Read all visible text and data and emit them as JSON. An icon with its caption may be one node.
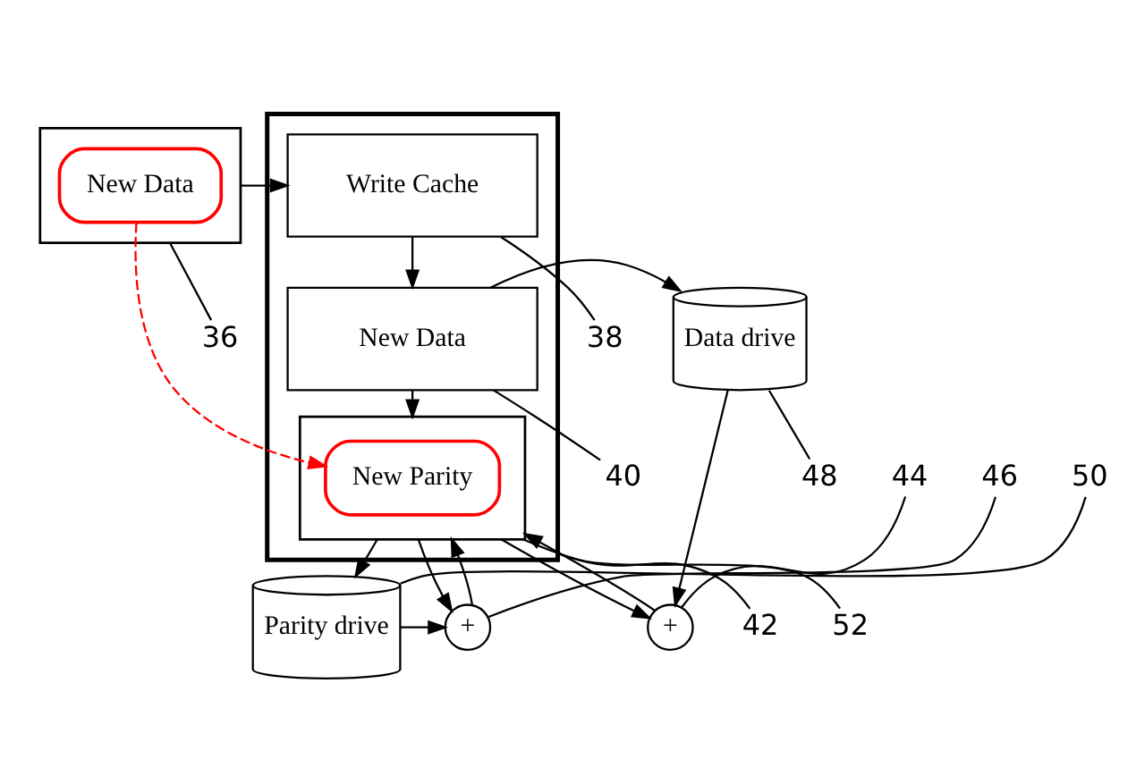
{
  "diagram": {
    "nodes": [
      {
        "text": [],
        "shape": "box"
      },
      {
        "text": [
          "New Data"
        ],
        "in": 0
      },
      {
        "text": [],
        "shape": "box"
      },
      {
        "text": [
          "Write Cache"
        ],
        "in": 2
      },
      {
        "text": [
          "New Data"
        ],
        "in": 2
      },
      {
        "text": [],
        "shape": "box",
        "in": 2
      },
      {
        "text": [
          "New Parity"
        ],
        "in": 5
      },
      {
        "text": [
          "+"
        ]
      },
      {
        "text": [
          "+"
        ]
      },
      {
        "text": [
          "Data drive"
        ]
      },
      {
        "text": [
          "Parity drive"
        ]
      },
      {
        "text": [
          "36"
        ]
      },
      {
        "text": [
          "38"
        ]
      },
      {
        "text": [
          "40"
        ]
      },
      {
        "text": [
          "44"
        ]
      },
      {
        "text": [
          "48"
        ]
      },
      {
        "text": [
          "42"
        ]
      },
      {
        "text": [
          "50"
        ]
      },
      {
        "text": [
          "46"
        ]
      },
      {
        "text": [
          "52"
        ]
      }
    ],
    "edges": [
      {
        "from": 0,
        "to": 3,
        "arrow": "to"
      },
      {
        "from": 1,
        "to": 6,
        "arrow": "to",
        "style": "dashed",
        "color": "#ff0000"
      },
      {
        "from": 3,
        "to": 4,
        "arrow": "to"
      },
      {
        "from": 4,
        "to": 5,
        "arrow": "to"
      },
      {
        "from": 4,
        "to": 9,
        "arrow": "to"
      },
      {
        "from": 5,
        "to": 7,
        "arrow": "to"
      },
      {
        "from": 9,
        "to": 7,
        "arrow": "to"
      },
      {
        "from": 7,
        "to": 5,
        "arrow": "to"
      },
      {
        "from": 5,
        "to": 8,
        "arrow": "to"
      },
      {
        "from": 10,
        "to": 8,
        "arrow": "to"
      },
      {
        "from": 8,
        "to": 5,
        "arrow": "to"
      },
      {
        "from": 5,
        "to": 10,
        "arrow": "to"
      },
      {
        "from": 11,
        "to": 0,
        "arrow": "none"
      },
      {
        "from": 12,
        "to": 3,
        "arrow": "none"
      },
      {
        "from": 13,
        "to": 4,
        "arrow": "none"
      },
      {
        "from": 14,
        "to": 7,
        "arrow": "none"
      },
      {
        "from": 15,
        "to": 9,
        "arrow": "none"
      },
      {
        "from": 16,
        "to": 5,
        "arrow": "none"
      },
      {
        "from": 17,
        "to": 10,
        "arrow": "none"
      },
      {
        "from": 18,
        "to": 8,
        "arrow": "none"
      },
      {
        "from": 19,
        "to": 2,
        "arrow": "none"
      }
    ]
  }
}
